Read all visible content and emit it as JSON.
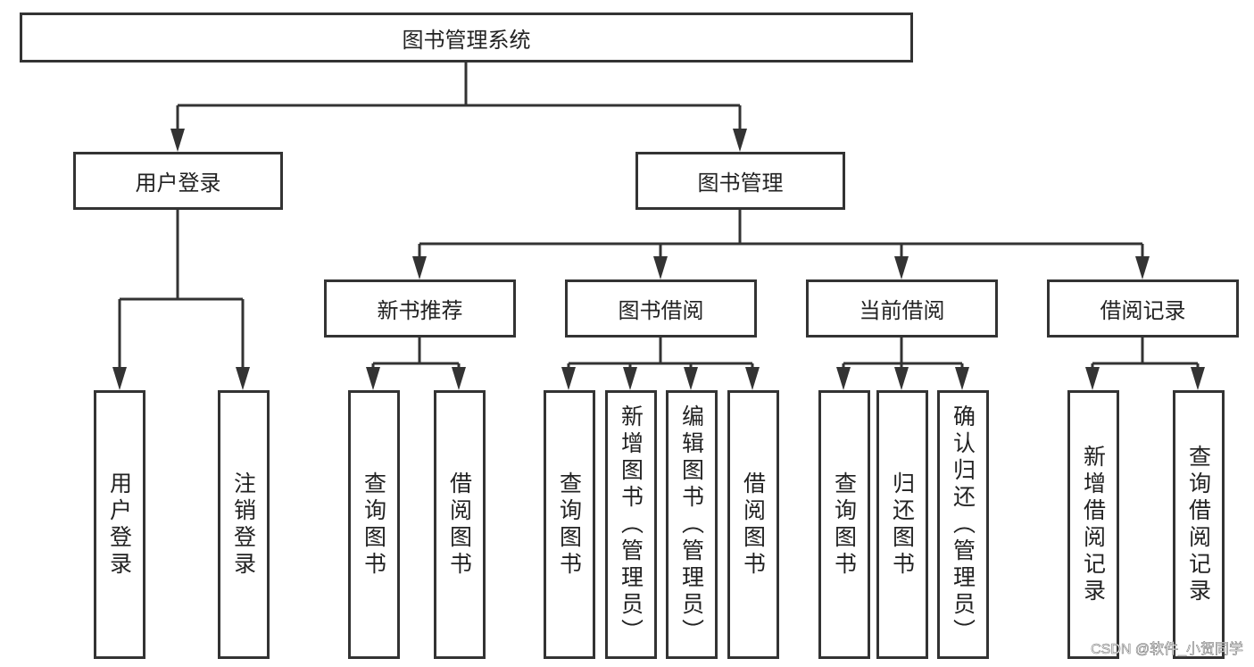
{
  "root": {
    "label": "图书管理系统"
  },
  "branches": [
    {
      "label": "用户登录",
      "children": [
        {
          "label": "用户登录",
          "leaves": []
        }
      ],
      "leaves": [
        "用户登录",
        "注销登录"
      ]
    },
    {
      "label": "图书管理",
      "children": [
        {
          "label": "新书推荐",
          "leaves": [
            "查询图书",
            "借阅图书"
          ]
        },
        {
          "label": "图书借阅",
          "leaves": [
            "查询图书",
            "新增图书（管理员）",
            "编辑图书（管理员）",
            "借阅图书"
          ]
        },
        {
          "label": "当前借阅",
          "leaves": [
            "查询图书",
            "归还图书",
            "确认归还（管理员）"
          ]
        },
        {
          "label": "借阅记录",
          "leaves": [
            "新增借阅记录",
            "查询借阅记录"
          ]
        }
      ]
    }
  ],
  "watermark": "CSDN @软件_小贺同学",
  "colors": {
    "line": "#333333",
    "box_border": "#333333"
  }
}
